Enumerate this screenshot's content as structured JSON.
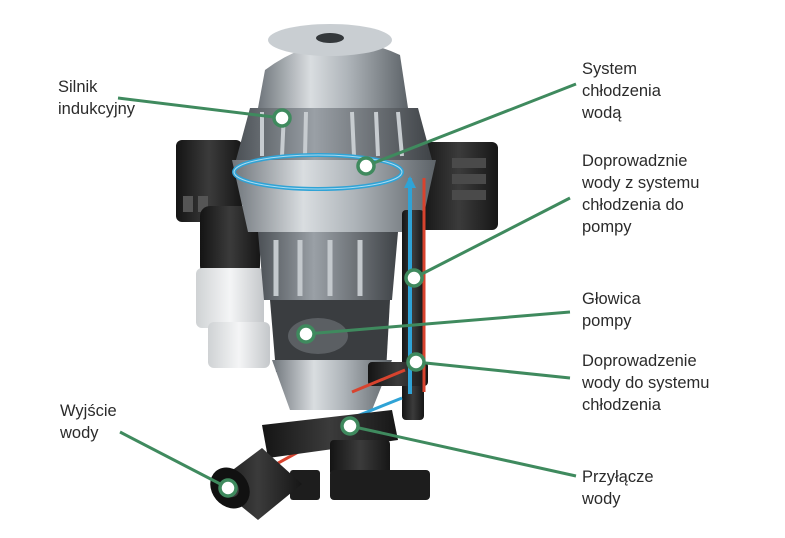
{
  "labels": {
    "silnik": "Silnik\nindukcyjny",
    "system_chlodzenia": "System\nchłodzenia\nwodą",
    "doprowadznie": "Doprowadznie\nwody z systemu\nchłodzenia do\npompy",
    "glowica": "Głowica\npompy",
    "doprowadzenie": "Doprowadzenie\nwody do systemu\nchłodzenia",
    "wyjscie": "Wyjście\nwody",
    "przylacze": "Przyłącze\nwody"
  },
  "colors": {
    "callout": "#3f8a5e",
    "flow_cold": "#2fa3d6",
    "flow_hot": "#d8432e",
    "metal": "#b9bec3",
    "plastic": "#2a2a2a",
    "text": "#2b2b2b"
  }
}
